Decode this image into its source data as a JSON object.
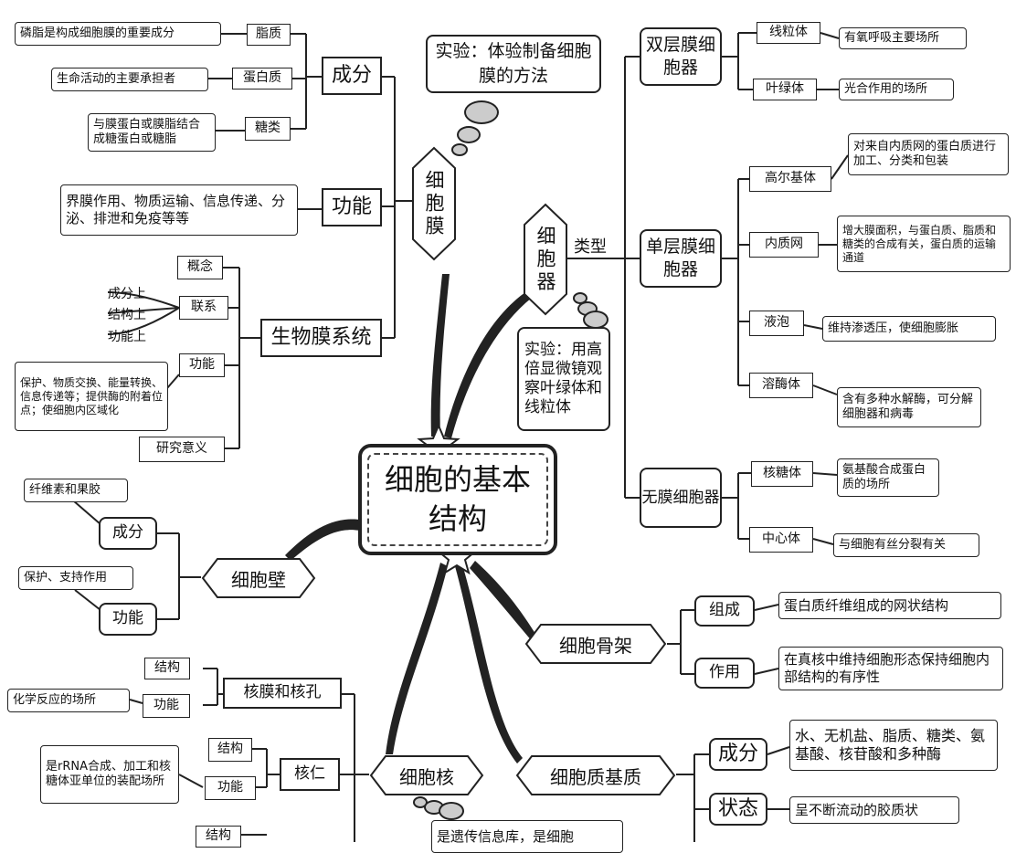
{
  "center": {
    "title": "细胞的基本结构"
  },
  "membrane": {
    "label": "细胞膜",
    "experiment": "实验：体验制备细胞膜的方法",
    "composition": {
      "label": "成分",
      "items": [
        {
          "name": "脂质",
          "note": "磷脂是构成细胞膜的重要成分"
        },
        {
          "name": "蛋白质",
          "note": "生命活动的主要承担者"
        },
        {
          "name": "糖类",
          "note": "与膜蛋白或膜脂结合成糖蛋白或糖脂"
        }
      ]
    },
    "function": {
      "label": "功能",
      "note": "界膜作用、物质运输、信息传递、分泌、排泄和免疫等等"
    },
    "biomembrane": {
      "label": "生物膜系统",
      "concept": "概念",
      "relation": "联系",
      "relation_items": [
        "成分上",
        "结构上",
        "功能上"
      ],
      "function_label": "功能",
      "function_note": "保护、物质交换、能量转换、信息传递等；提供酶的附着位点；使细胞内区域化",
      "significance": "研究意义"
    }
  },
  "organelles": {
    "label": "细胞器",
    "type_label": "类型",
    "experiment": "实验：用高倍显微镜观察叶绿体和线粒体",
    "double": {
      "label": "双层膜细胞器",
      "items": [
        {
          "name": "线粒体",
          "note": "有氧呼吸主要场所"
        },
        {
          "name": "叶绿体",
          "note": "光合作用的场所"
        }
      ]
    },
    "single": {
      "label": "单层膜细胞器",
      "items": [
        {
          "name": "高尔基体",
          "note": "对来自内质网的蛋白质进行加工、分类和包装"
        },
        {
          "name": "内质网",
          "note": "增大膜面积，与蛋白质、脂质和糖类的合成有关，蛋白质的运输通道"
        },
        {
          "name": "液泡",
          "note": "维持渗透压，使细胞膨胀"
        },
        {
          "name": "溶酶体",
          "note": "含有多种水解酶，可分解细胞器和病毒"
        }
      ]
    },
    "none": {
      "label": "无膜细胞器",
      "items": [
        {
          "name": "核糖体",
          "note": "氨基酸合成蛋白质的场所"
        },
        {
          "name": "中心体",
          "note": "与细胞有丝分裂有关"
        }
      ]
    }
  },
  "wall": {
    "label": "细胞壁",
    "composition": {
      "label": "成分",
      "note": "纤维素和果胶"
    },
    "function": {
      "label": "功能",
      "note": "保护、支持作用"
    }
  },
  "cytoskeleton": {
    "label": "细胞骨架",
    "composition": {
      "label": "组成",
      "note": "蛋白质纤维组成的网状结构"
    },
    "role": {
      "label": "作用",
      "note": "在真核中维持细胞形态保持细胞内部结构的有序性"
    }
  },
  "matrix": {
    "label": "细胞质基质",
    "composition": {
      "label": "成分",
      "note": "水、无机盐、脂质、糖类、氨基酸、核苷酸和多种酶"
    },
    "state": {
      "label": "状态",
      "note": "呈不断流动的胶质状"
    }
  },
  "nucleus": {
    "label": "细胞核",
    "envelope": {
      "label": "核膜和核孔",
      "structure": "结构",
      "function": "功能",
      "function_note": "化学反应的场所"
    },
    "nucleolus": {
      "label": "核仁",
      "structure": "结构",
      "function": "功能",
      "function_note": "是rRNA合成、加工和核糖体亚单位的装配场所"
    },
    "chromatin_structure": "结构",
    "bottom_note": "是遗传信息库，是细胞"
  }
}
